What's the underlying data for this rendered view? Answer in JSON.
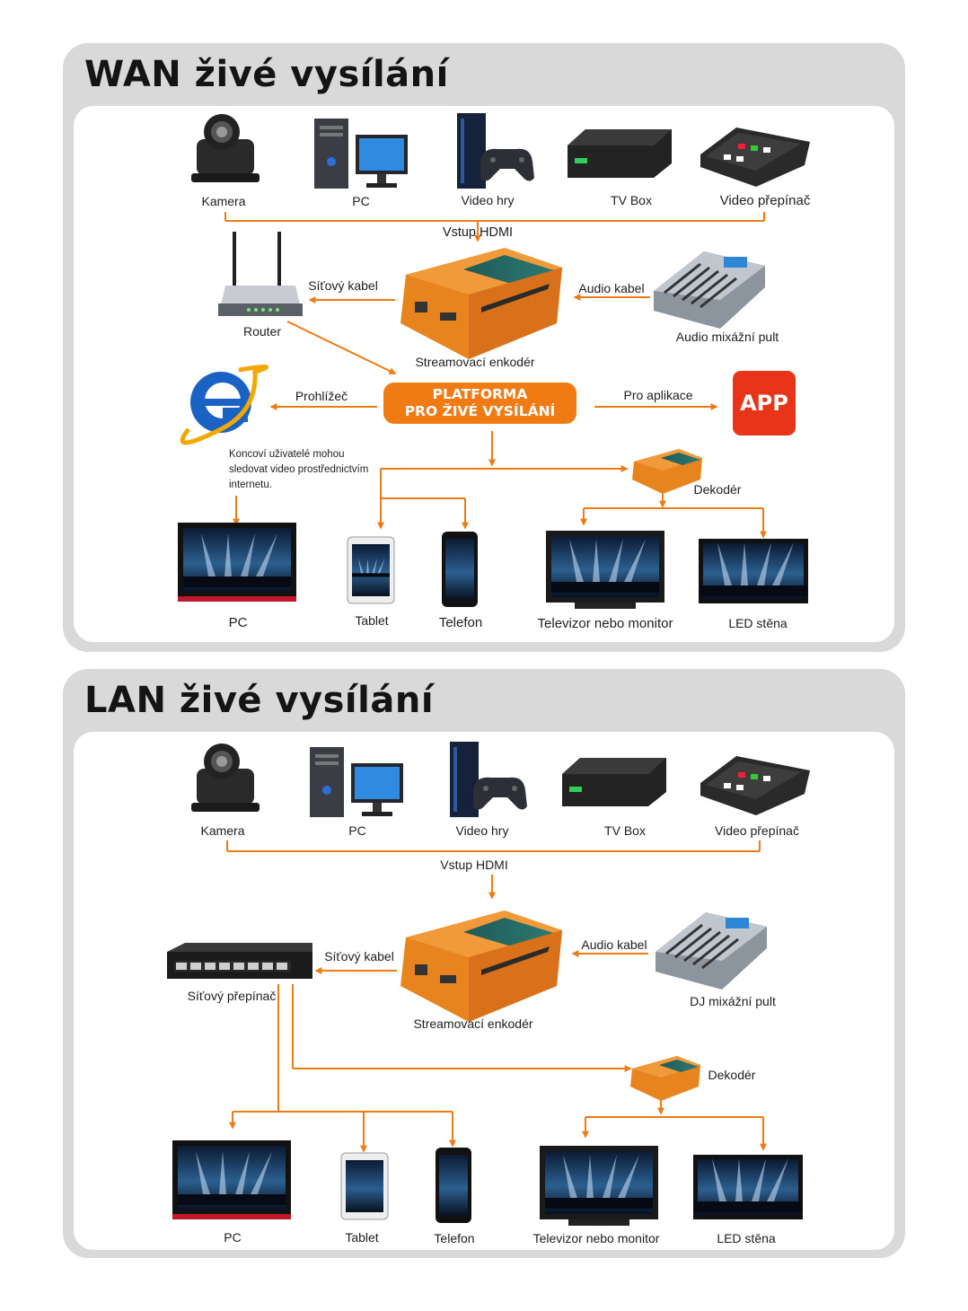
{
  "colors": {
    "accent": "#f07a14",
    "panel_bg": "#d9d9d9",
    "app_red": "#e83418"
  },
  "wan": {
    "title": "WAN živé vysílání",
    "sources": [
      "Kamera",
      "PC",
      "Video hry",
      "TV Box",
      "Video přepínač"
    ],
    "hdmi_input": "Vstup HDMI",
    "router": "Router",
    "network_cable": "Síťový kabel",
    "encoder": "Streamovací enkodér",
    "audio_cable": "Audio kabel",
    "audio_mixer": "Audio mixážní pult",
    "browser": "Prohlížeč",
    "platform_line1": "PLATFORMA",
    "platform_line2": "PRO ŽIVÉ VYSÍLÁNÍ",
    "for_apps": "Pro aplikace",
    "app": "APP",
    "note_line1": "Koncoví uživatelé mohou",
    "note_line2": "sledovat video prostřednictvím",
    "note_line3": "internetu.",
    "decoder": "Dekodér",
    "outputs": [
      "PC",
      "Tablet",
      "Telefon",
      "Televizor nebo monitor",
      "LED stěna"
    ]
  },
  "lan": {
    "title": "LAN živé vysílání",
    "sources": [
      "Kamera",
      "PC",
      "Video hry",
      "TV Box",
      "Video přepínač"
    ],
    "hdmi_input": "Vstup HDMI",
    "switch": "Síťový přepínač",
    "network_cable": "Síťový kabel",
    "encoder": "Streamovací enkodér",
    "audio_cable": "Audio kabel",
    "dj_mixer": "DJ mixážní pult",
    "decoder": "Dekodér",
    "outputs": [
      "PC",
      "Tablet",
      "Telefon",
      "Televizor nebo monitor",
      "LED stěna"
    ]
  }
}
